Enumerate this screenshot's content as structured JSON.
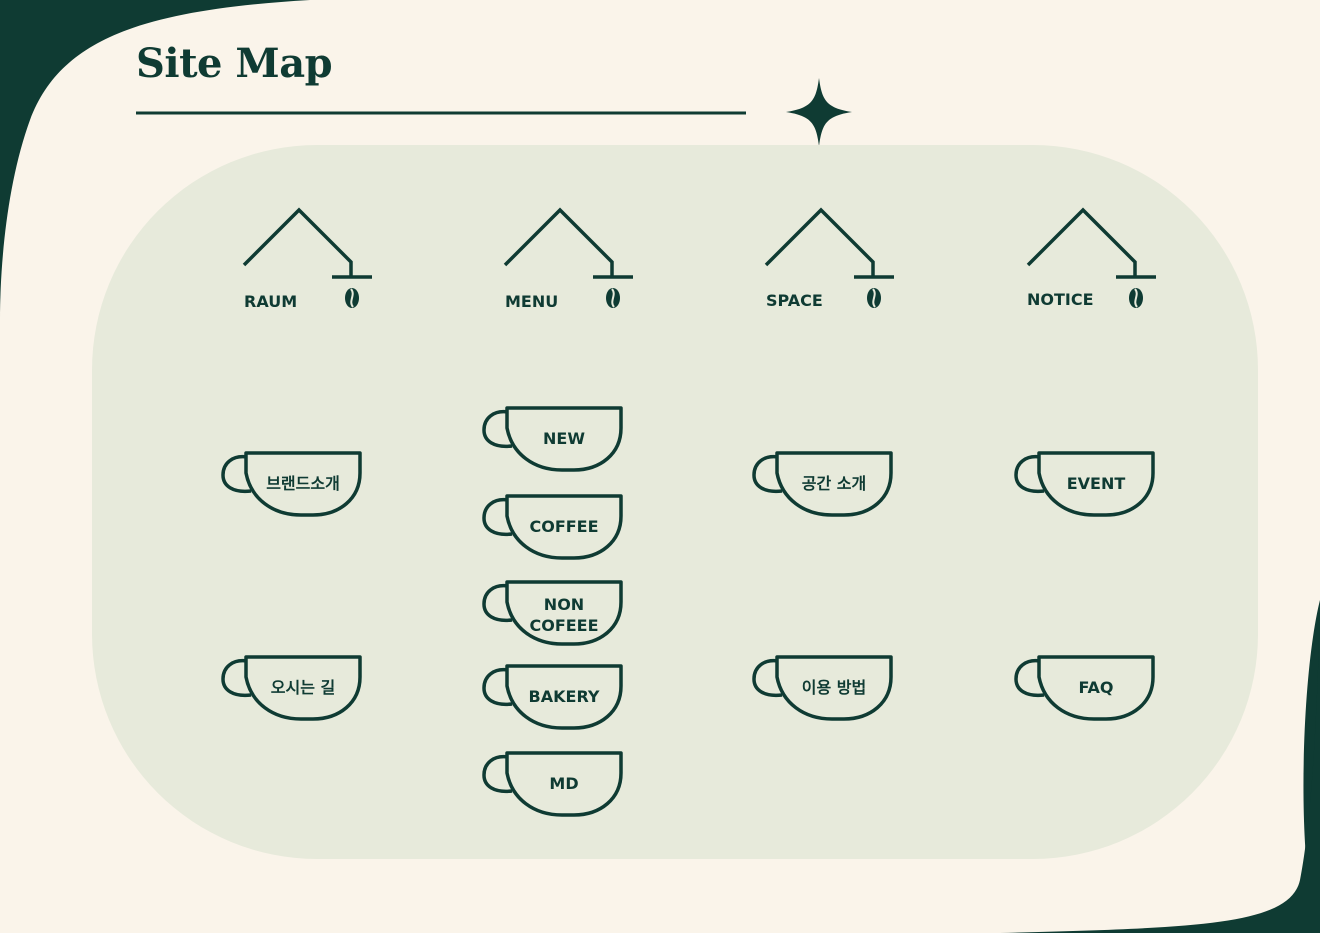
{
  "title": "Site Map",
  "colors": {
    "dark_green": "#0f3b33",
    "cream": "#faf4ea",
    "panel": "#e7eadb"
  },
  "categories": [
    {
      "label": "RAUM",
      "items": [
        "브랜드소개",
        "오시는 길"
      ]
    },
    {
      "label": "MENU",
      "items": [
        "NEW",
        "COFFEE",
        "NON\nCOFEEE",
        "BAKERY",
        "MD"
      ]
    },
    {
      "label": "SPACE",
      "items": [
        "공간 소개",
        "이용 방법"
      ]
    },
    {
      "label": "NOTICE",
      "items": [
        "EVENT",
        "FAQ"
      ]
    }
  ],
  "icons": {
    "category": "roof-with-coffee-bean-icon",
    "item": "coffee-cup-icon",
    "decoration": "sparkle-icon"
  }
}
